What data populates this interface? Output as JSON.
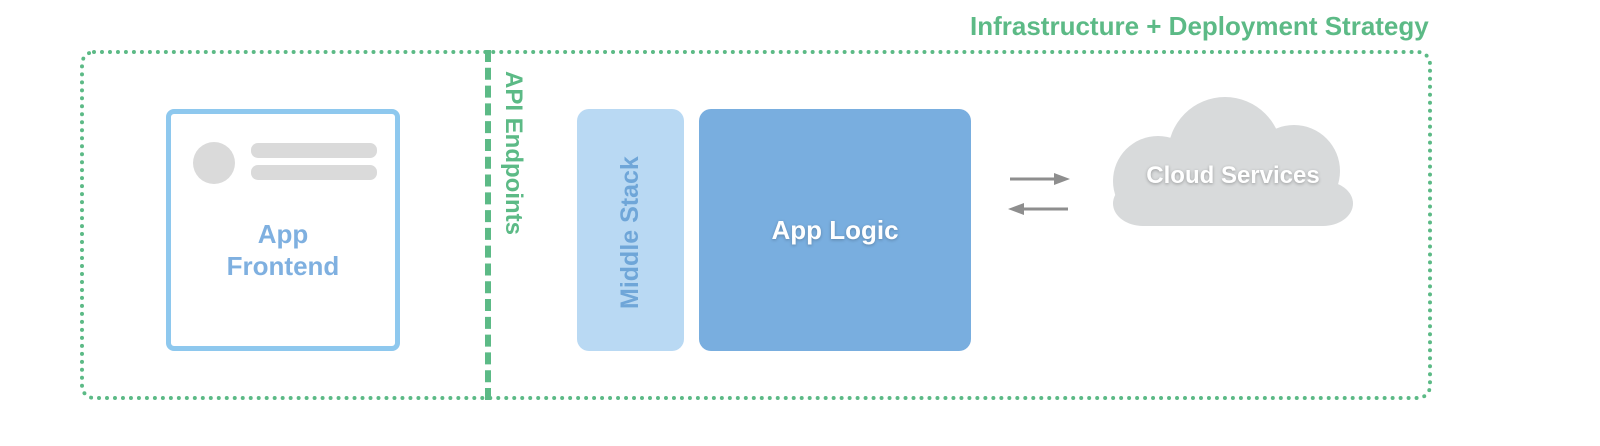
{
  "diagram": {
    "title": "Infrastructure + Deployment Strategy",
    "api_label": "API Endpoints",
    "frontend": {
      "label_line1": "App",
      "label_line2": "Frontend"
    },
    "middle_stack": {
      "label": "Middle Stack"
    },
    "app_logic": {
      "label": "App Logic"
    },
    "cloud": {
      "label": "Cloud Services"
    }
  },
  "colors": {
    "infra_green": "#5cba86",
    "frontend_border": "#8ec8ee",
    "frontend_text": "#7fb0e0",
    "middle_stack_fill": "#b9d9f3",
    "app_logic_fill": "#79aedf",
    "cloud_fill": "#d8dadb",
    "arrow": "#8e8e8e",
    "placeholder_gray": "#dadada"
  },
  "icons": {
    "arrows": "bidirectional-arrows-icon",
    "cloud": "cloud-icon"
  }
}
